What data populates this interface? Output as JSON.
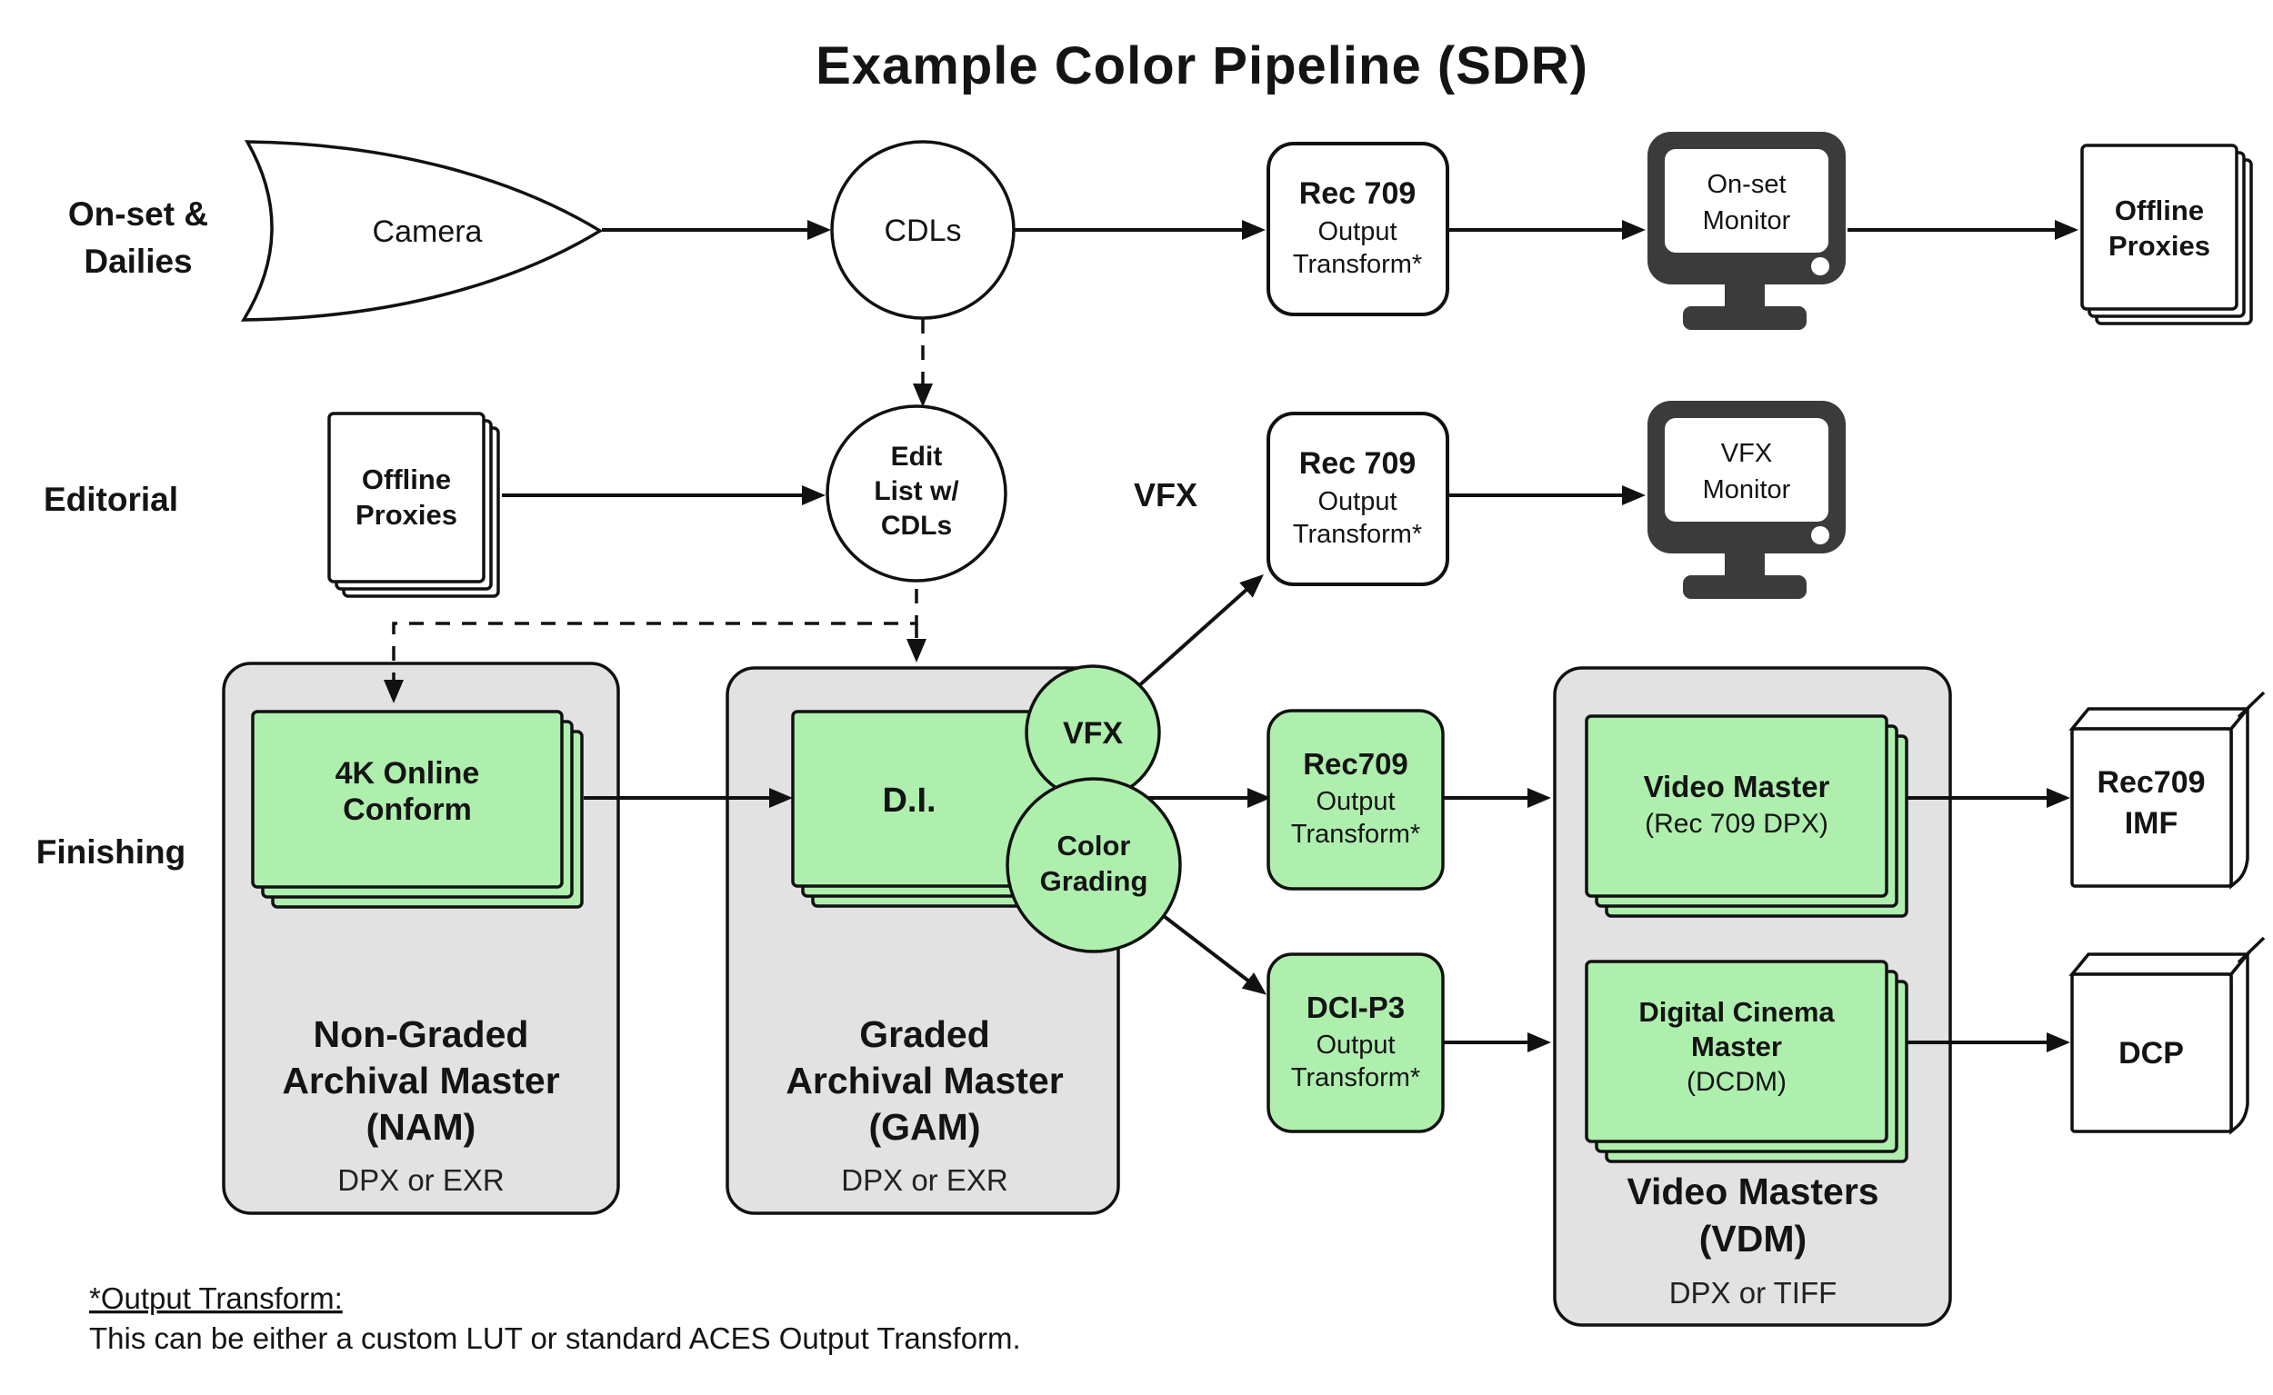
{
  "title": "Example Color Pipeline (SDR)",
  "row_labels": {
    "onset1": "On-set &",
    "onset2": "Dailies",
    "editorial": "Editorial",
    "finishing": "Finishing"
  },
  "onset": {
    "camera": "Camera",
    "cdls": "CDLs",
    "ot": {
      "title": "Rec 709",
      "line2": "Output",
      "line3": "Transform*"
    },
    "monitor": {
      "line1": "On-set",
      "line2": "Monitor"
    },
    "proxies": {
      "line1": "Offline",
      "line2": "Proxies"
    }
  },
  "editorial": {
    "proxies": {
      "line1": "Offline",
      "line2": "Proxies"
    },
    "edit": {
      "line1": "Edit",
      "line2": "List w/",
      "line3": "CDLs"
    },
    "vfx_label": "VFX",
    "ot": {
      "title": "Rec 709",
      "line2": "Output",
      "line3": "Transform*"
    },
    "monitor": {
      "line1": "VFX",
      "line2": "Monitor"
    }
  },
  "finishing": {
    "nam": {
      "stack1": "4K Online",
      "stack2": "Conform",
      "t1": "Non-Graded",
      "t2": "Archival Master",
      "t3": "(NAM)",
      "sub": "DPX or EXR"
    },
    "gam": {
      "stack": "D.I.",
      "t1": "Graded",
      "t2": "Archival Master",
      "t3": "(GAM)",
      "sub": "DPX or EXR"
    },
    "vfx_circle": "VFX",
    "color_circle": {
      "line1": "Color",
      "line2": "Grading"
    },
    "rec709_ot": {
      "title": "Rec709",
      "line2": "Output",
      "line3": "Transform*"
    },
    "dcip3_ot": {
      "title": "DCI-P3",
      "line2": "Output",
      "line3": "Transform*"
    },
    "vdm": {
      "video_master": {
        "line1": "Video Master",
        "line2": "(Rec 709 DPX)"
      },
      "dcdm": {
        "line1": "Digital Cinema",
        "line2": "Master",
        "line3": "(DCDM)"
      },
      "t1": "Video Masters",
      "t2": "(VDM)",
      "sub": "DPX or TIFF"
    },
    "imf": {
      "line1": "Rec709",
      "line2": "IMF"
    },
    "dcp": "DCP"
  },
  "footnote": {
    "heading": "*Output Transform:",
    "body": "This can be either a custom LUT or standard ACES Output Transform."
  },
  "colors": {
    "green": "#aeefae",
    "gray": "#e2e2e2",
    "dark": "#3b3b3b",
    "stroke": "#111111",
    "subtext": "#222222"
  }
}
